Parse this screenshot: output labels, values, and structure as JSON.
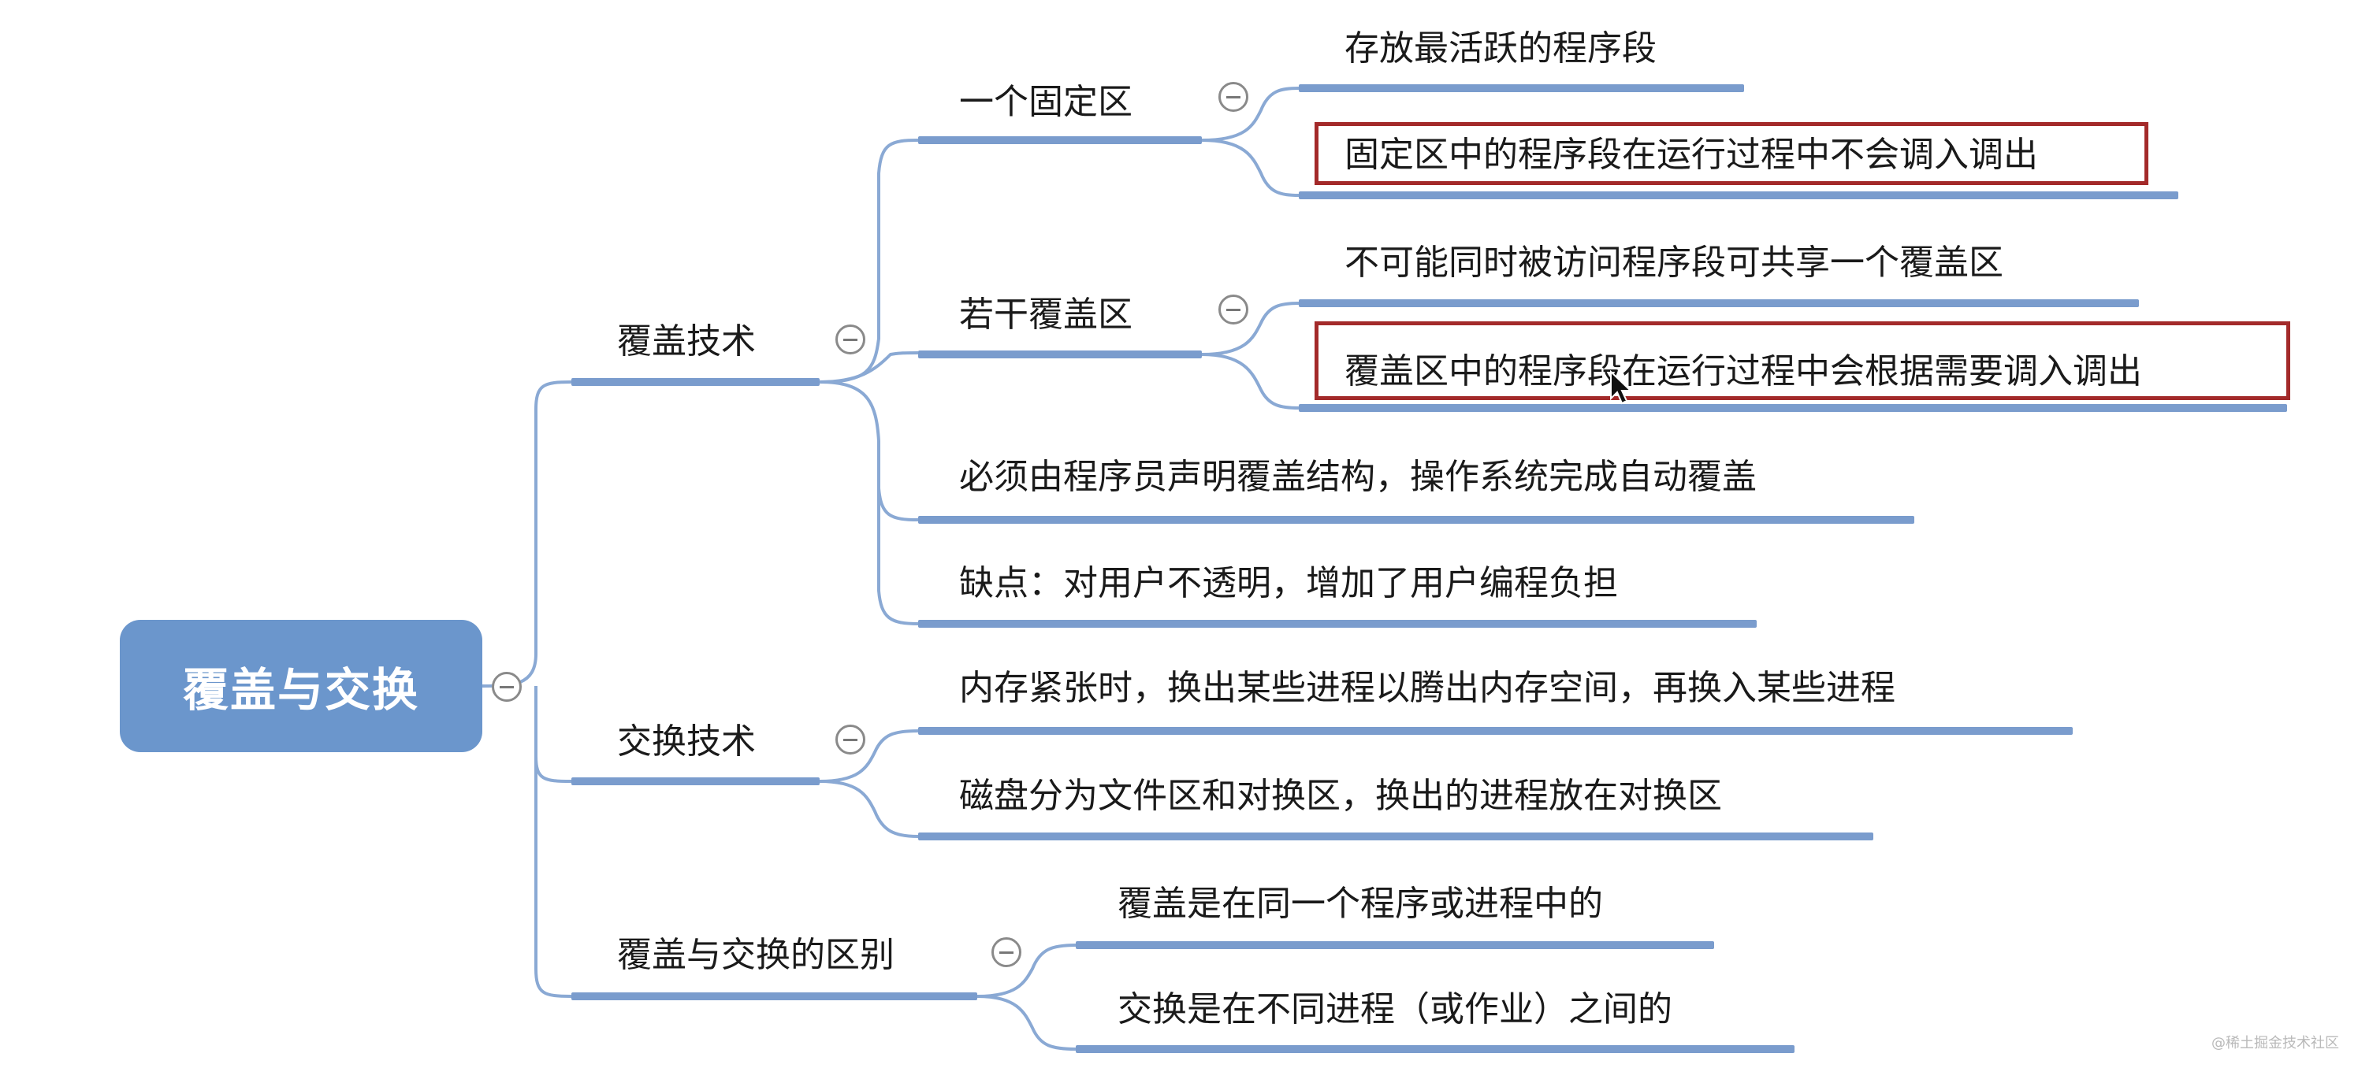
{
  "root": {
    "label": "覆盖与交换"
  },
  "branches": {
    "overlay": {
      "label": "覆盖技术",
      "fixed_area": {
        "label": "一个固定区",
        "items": [
          "存放最活跃的程序段",
          "固定区中的程序段在运行过程中不会调入调出"
        ]
      },
      "overlay_areas": {
        "label": "若干覆盖区",
        "items": [
          "不可能同时被访问程序段可共享一个覆盖区",
          "覆盖区中的程序段在运行过程中会根据需要调入调出"
        ]
      },
      "items": [
        "必须由程序员声明覆盖结构，操作系统完成自动覆盖",
        "缺点：对用户不透明，增加了用户编程负担"
      ]
    },
    "swap": {
      "label": "交换技术",
      "items": [
        "内存紧张时，换出某些进程以腾出内存空间，再换入某些进程",
        "磁盘分为文件区和对换区，换出的进程放在对换区"
      ]
    },
    "difference": {
      "label": "覆盖与交换的区别",
      "items": [
        "覆盖是在同一个程序或进程中的",
        "交换是在不同进程（或作业）之间的"
      ]
    }
  },
  "watermark": "@稀土掘金技术社区",
  "colors": {
    "root_fill": "#6b96cc",
    "underline": "#7a9ccd",
    "connector": "#8aa9d4",
    "highlight_border": "#a32a2a"
  }
}
